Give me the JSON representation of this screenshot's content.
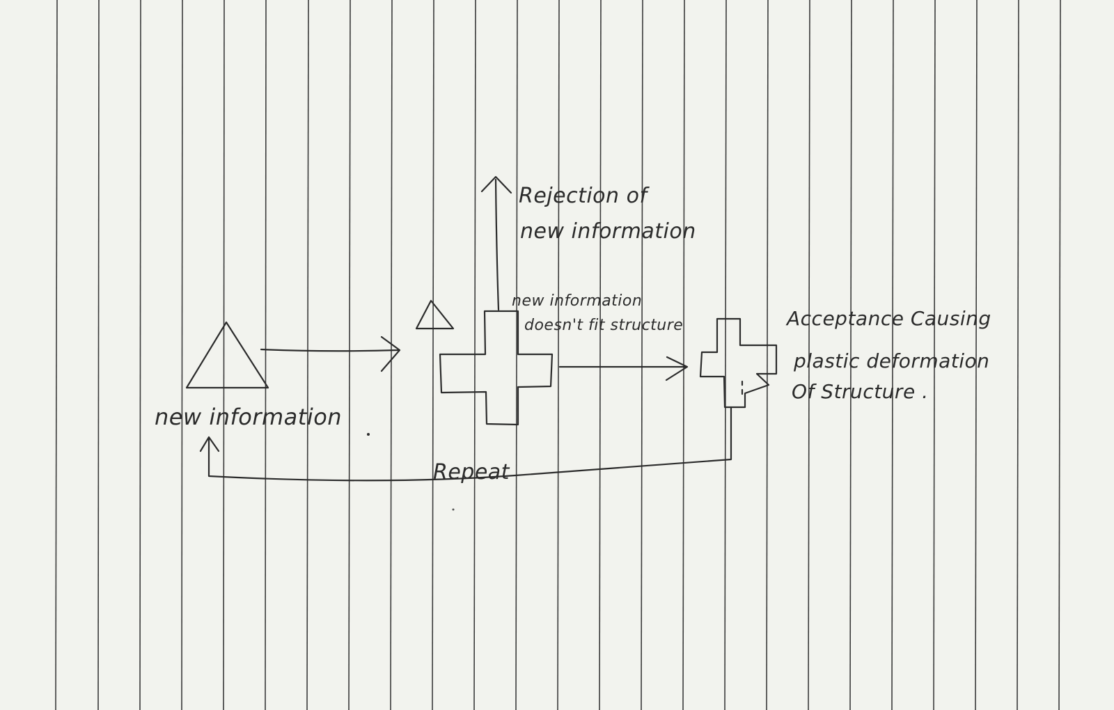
{
  "labels": {
    "new_information": "new information",
    "rejection_line1": "Rejection of",
    "rejection_line2": "new information",
    "doesnt_fit_line1": "new information",
    "doesnt_fit_line2": "doesn't fit structure",
    "acceptance_line1": "Acceptance Causing",
    "acceptance_line2": "plastic deformation",
    "acceptance_line3": "Of Structure .",
    "repeat": "Repeat"
  },
  "colors": {
    "paper": "#f2f3ee",
    "ink": "#2b2b2b"
  }
}
